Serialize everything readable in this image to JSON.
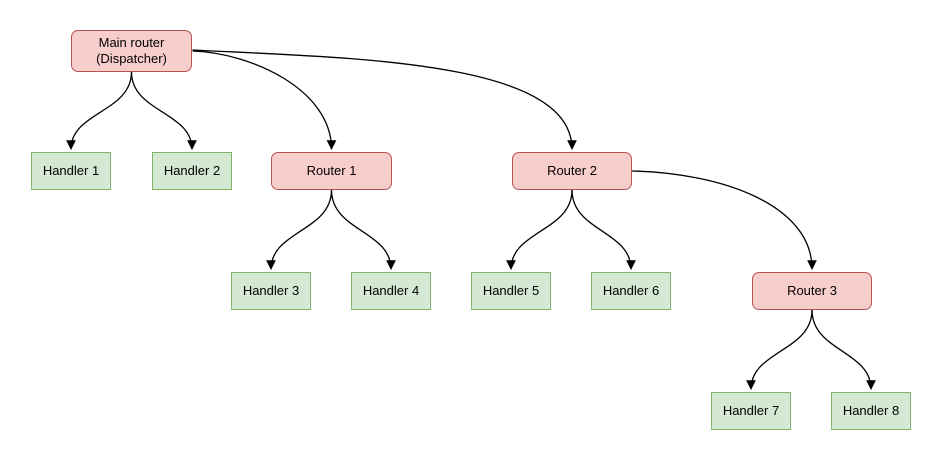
{
  "diagram": {
    "nodes": [
      {
        "id": "main-router",
        "label": "Main router\n(Dispatcher)",
        "kind": "router"
      },
      {
        "id": "handler-1",
        "label": "Handler 1",
        "kind": "handler"
      },
      {
        "id": "handler-2",
        "label": "Handler 2",
        "kind": "handler"
      },
      {
        "id": "router-1",
        "label": "Router 1",
        "kind": "router"
      },
      {
        "id": "router-2",
        "label": "Router 2",
        "kind": "router"
      },
      {
        "id": "handler-3",
        "label": "Handler 3",
        "kind": "handler"
      },
      {
        "id": "handler-4",
        "label": "Handler 4",
        "kind": "handler"
      },
      {
        "id": "handler-5",
        "label": "Handler 5",
        "kind": "handler"
      },
      {
        "id": "handler-6",
        "label": "Handler 6",
        "kind": "handler"
      },
      {
        "id": "router-3",
        "label": "Router 3",
        "kind": "router"
      },
      {
        "id": "handler-7",
        "label": "Handler 7",
        "kind": "handler"
      },
      {
        "id": "handler-8",
        "label": "Handler 8",
        "kind": "handler"
      }
    ],
    "edges": [
      {
        "from": "main-router",
        "to": "handler-1"
      },
      {
        "from": "main-router",
        "to": "handler-2"
      },
      {
        "from": "main-router",
        "to": "router-1"
      },
      {
        "from": "main-router",
        "to": "router-2"
      },
      {
        "from": "router-1",
        "to": "handler-3"
      },
      {
        "from": "router-1",
        "to": "handler-4"
      },
      {
        "from": "router-2",
        "to": "handler-5"
      },
      {
        "from": "router-2",
        "to": "handler-6"
      },
      {
        "from": "router-2",
        "to": "router-3"
      },
      {
        "from": "router-3",
        "to": "handler-7"
      },
      {
        "from": "router-3",
        "to": "handler-8"
      }
    ],
    "colors": {
      "router_fill": "#f8cecc",
      "router_border": "#b85450",
      "handler_fill": "#d5e8d4",
      "handler_border": "#82b366",
      "edge": "#000000",
      "background": "#ffffff"
    }
  }
}
